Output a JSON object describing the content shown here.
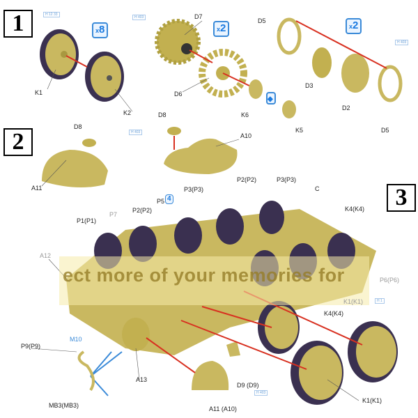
{
  "steps": [
    "1",
    "2",
    "3"
  ],
  "badges": {
    "x8": "8",
    "x2a": "2",
    "x2b": "2",
    "times": "x"
  },
  "refs": {
    "k1_ref": "H 12 33",
    "k2_ref": "H 403",
    "d5_ref": "H 403",
    "a10_ref": "H 403",
    "p5_ref": "4",
    "d9_ref": "H 403",
    "k1_ref3": "H 1"
  },
  "labels": {
    "k1": "K1",
    "k2": "K2",
    "d7": "D7",
    "d6": "D6",
    "d5a": "D5",
    "d3": "D3",
    "d2": "D2",
    "d5b": "D5",
    "k6": "K6",
    "k5": "K5",
    "d8a": "D8",
    "d8b": "D8",
    "a10": "A10",
    "a11": "A11",
    "a12": "A12",
    "m10": "M10",
    "p9": "P9(P9)",
    "mb3": "MB3(MB3)",
    "a13": "A13",
    "a11a10": "A11 (A10)",
    "d9": "D9 (D9)",
    "k1k1a": "K1(K1)",
    "k4k4a": "K4(K4)",
    "k1k1b": "K1(K1)",
    "p6": "P6(P6)",
    "p1": "P1(P1)",
    "p7": "P7",
    "p2a": "P2(P2)",
    "p5": "P5",
    "p3a": "P3(P3)",
    "p2b": "P2(P2)",
    "p3b": "P3(P3)",
    "c": "C",
    "k4k4b": "K4(K4)"
  },
  "watermark": "ect more of your memories for",
  "colors": {
    "part": "#c9b860",
    "tire": "#3a3050",
    "arrow": "#d83020",
    "blue": "#3a8ad8"
  }
}
